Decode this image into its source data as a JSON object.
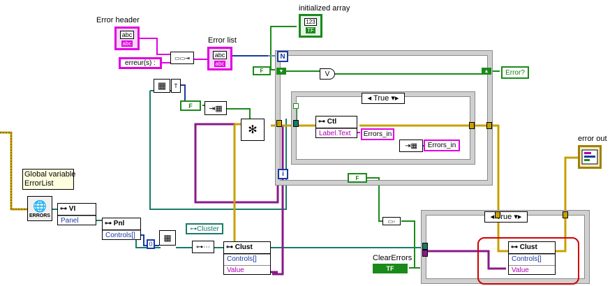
{
  "labels": {
    "error_header": "Error header",
    "error_list": "Error list",
    "initialized_array": "initialized array",
    "global_variable": "Global variable\nErrorList",
    "error_out": "error out",
    "clear_errors": "ClearErrors"
  },
  "constants": {
    "erreurs": "erreur(s) :",
    "abc": "abc",
    "zero": "0",
    "global_tag": "ERRORS",
    "tf_short": "TF",
    "tf_false": "F",
    "array_tag": "123"
  },
  "indicators": {
    "error_q": "Error?",
    "errors_in_1": "Errors_in",
    "errors_in_2": "Errors_in",
    "cluster_ref": "Cluster"
  },
  "loop": {
    "count_terminal": "N",
    "iteration_terminal": "i",
    "case_true_inner": "True",
    "case_true_outer": "True"
  },
  "property_nodes": {
    "vi": {
      "class": "VI",
      "prop": "Panel"
    },
    "pnl": {
      "class": "Pnl",
      "prop": "Controls[]"
    },
    "clust": {
      "class": "Clust",
      "props": [
        "Controls[]",
        "Value"
      ]
    },
    "ctl": {
      "class": "Ctl",
      "prop": "Label.Text"
    },
    "clust_case": {
      "class": "Clust",
      "props": [
        "Controls[]",
        "Value"
      ]
    }
  },
  "colors": {
    "string_wire": "#e000e0",
    "bool_wire": "#1a8a1a",
    "refnum_wire": "#1a7a6a",
    "error_wire": "#c8a000",
    "array_wire": "#1a3aa0",
    "cluster_wire": "#8a1a8a",
    "highlight": "#d00000"
  }
}
